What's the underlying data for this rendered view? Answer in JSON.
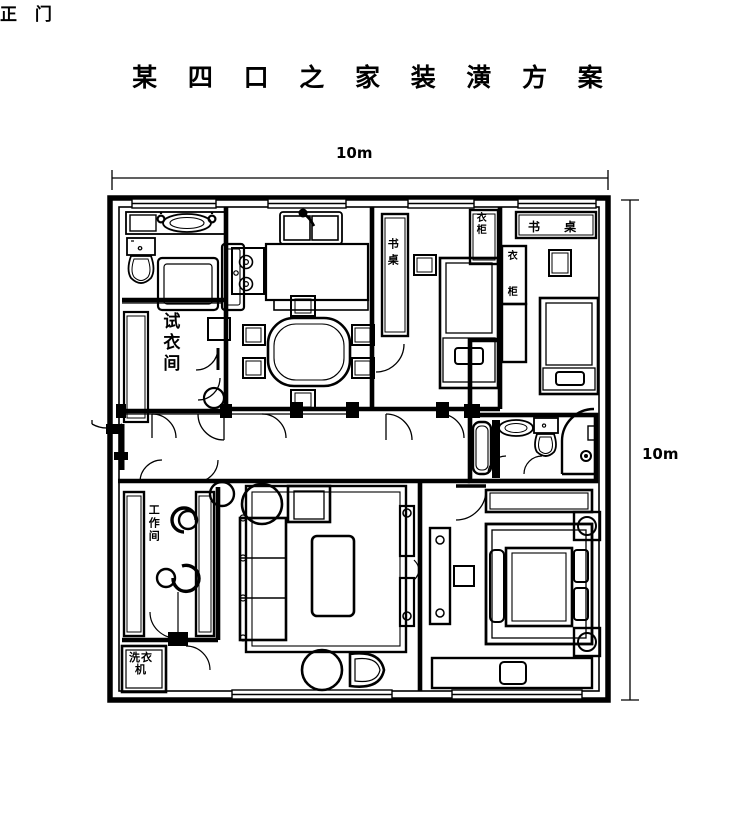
{
  "title": "某 四 口 之 家 装 潢 方 案",
  "dimensions": {
    "top_label": "10m",
    "right_label": "10m"
  },
  "labels": {
    "entrance": "正 门",
    "fitting_room": "试衣间",
    "work_room": "工作间",
    "washing_machine": "洗衣机",
    "desk_bedroom2": "书桌",
    "wardrobe_bedroom2": "衣柜",
    "wardrobe_bedroom3": "衣柜",
    "desk_bedroom3": "书 桌"
  },
  "colors": {
    "wall": "#000000",
    "background": "#ffffff",
    "furniture_outline": "#000000"
  },
  "plan": {
    "units": "meters",
    "width_m": 10,
    "height_m": 10,
    "rooms": [
      {
        "name": "bathroom-main",
        "label": ""
      },
      {
        "name": "fitting-room",
        "label": "试衣间"
      },
      {
        "name": "kitchen",
        "label": ""
      },
      {
        "name": "dining-area",
        "label": ""
      },
      {
        "name": "bedroom-2",
        "label": ""
      },
      {
        "name": "bedroom-3",
        "label": ""
      },
      {
        "name": "living-room",
        "label": ""
      },
      {
        "name": "work-room",
        "label": "工作间"
      },
      {
        "name": "laundry",
        "label": "洗衣机"
      },
      {
        "name": "master-bedroom",
        "label": ""
      },
      {
        "name": "ensuite-bathroom",
        "label": ""
      }
    ],
    "fixtures": [
      "toilet",
      "washbasin",
      "bathtub",
      "kitchen-sink",
      "stove",
      "dining-table",
      "dining-chairs",
      "single-bed",
      "double-bed",
      "wardrobe",
      "desk",
      "sofa",
      "armchair",
      "coffee-table",
      "round-table",
      "shower",
      "washing-machine"
    ]
  }
}
